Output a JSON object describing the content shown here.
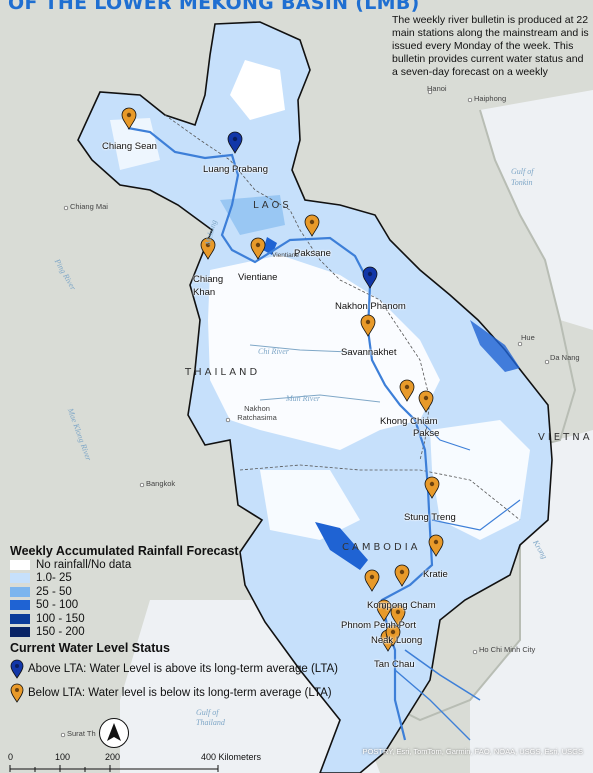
{
  "title": "OF THE LOWER MEKONG BASIN (LMB)",
  "info_text": "The weekly river bulletin is produced at 22 main stations along the mainstream and is issued every Monday of the week. This bulletin provides current water status and a seven-day forecast on a weekly",
  "colors": {
    "title": "#1f6fd1",
    "basin": "#c6e0fb",
    "rain_1_25": "#c6e0fb",
    "rain_25_50": "#7cb5ee",
    "rain_50_100": "#1f63d3",
    "rain_100_150": "#0d3c9a",
    "rain_150_200": "#0a2466",
    "river": "#3d7fd8",
    "above_marker": "#1237a8",
    "below_marker": "#e89a2a"
  },
  "stations": [
    {
      "name": "Chiang Sean",
      "status": "below"
    },
    {
      "name": "Luang Prabang",
      "status": "above"
    },
    {
      "name": "Chiang Khan",
      "status": "below"
    },
    {
      "name": "Vientiane",
      "status": "below"
    },
    {
      "name": "Paksane",
      "status": "below"
    },
    {
      "name": "Nakhon Phanom",
      "status": "above"
    },
    {
      "name": "Savannakhet",
      "status": "below"
    },
    {
      "name": "Khong Chiam",
      "status": "below"
    },
    {
      "name": "Pakse",
      "status": "below"
    },
    {
      "name": "Stung Treng",
      "status": "below"
    },
    {
      "name": "Kratie",
      "status": "below"
    },
    {
      "name": "Kompong Cham",
      "status": "below"
    },
    {
      "name": "Phnom Penh Port",
      "status": "below"
    },
    {
      "name": "Neak Luong",
      "status": "below"
    },
    {
      "name": "Tan Chau",
      "status": "below"
    }
  ],
  "countries": [
    "LAOS",
    "THAILAND",
    "CAMBODIA",
    "VIETNAM"
  ],
  "cities": [
    "Hanoi",
    "Haiphong",
    "Chiang Mai",
    "Vientiane",
    "Hue",
    "Da Nang",
    "Nakhon Ratchasima",
    "Bangkok",
    "Ho Chi Minh City",
    "Surat Th"
  ],
  "water_labels": [
    "Gulf of Tonkin",
    "Chi River",
    "Mun River",
    "Ping River",
    "Mae Klong River",
    "Mekong",
    "Krong",
    "Gulf of Thailand"
  ],
  "legend": {
    "rain_title": "Weekly Accumulated Rainfall Forecast",
    "rain_items": [
      "No rainfall/No data",
      "1.0- 25",
      "25 - 50",
      "50 - 100",
      "100 - 150",
      "150 - 200"
    ],
    "status_title": "Current Water Level Status",
    "above": "Above LTA: Water Level is above its long-term average (LTA)",
    "below": "Below LTA: Water level is below its long-term average (LTA)"
  },
  "scale": {
    "ticks": [
      "0",
      "100",
      "200",
      "400 Kilometers"
    ]
  },
  "attribution": "POSTRY, Esri, TomTom, Garmin, FAO, NOAA, USGS, Esri, USGS"
}
